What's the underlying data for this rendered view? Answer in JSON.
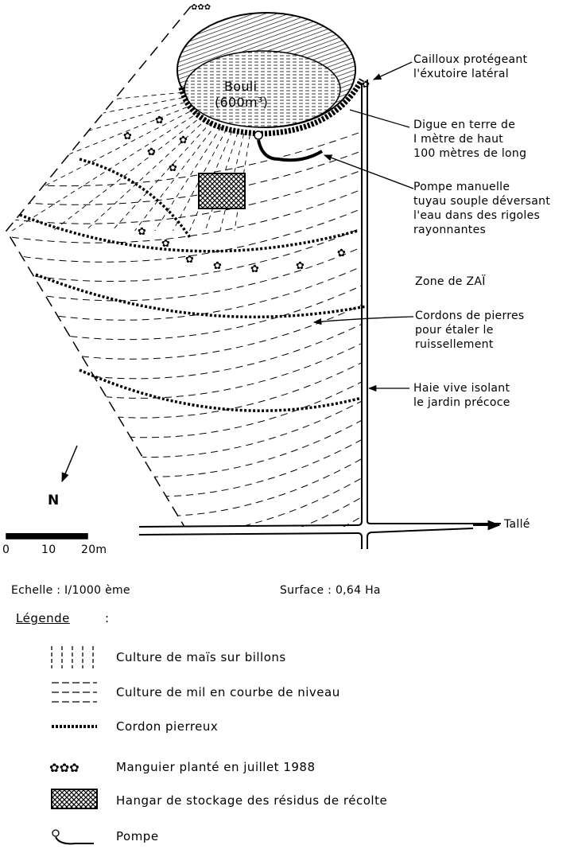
{
  "map": {
    "pond_name": "Bouli",
    "pond_volume": "(600m³)",
    "zone_label": "Zone de ZAÏ",
    "destination": "Tallé",
    "north": "N"
  },
  "annotations": [
    {
      "lines": [
        "Cailloux protégeant",
        "l'éxutoire latéral"
      ]
    },
    {
      "lines": [
        "Digue en terre de",
        "I mètre de haut",
        "100 mètres de long"
      ]
    },
    {
      "lines": [
        "Pompe manuelle",
        "tuyau souple déversant",
        "l'eau dans des rigoles",
        "rayonnantes"
      ]
    },
    {
      "lines": [
        "Cordons de pierres",
        "pour étaler le",
        "ruissellement"
      ]
    },
    {
      "lines": [
        "Haie vive isolant",
        "le jardin précoce"
      ]
    }
  ],
  "scale_bar": {
    "ticks": [
      "0",
      "10",
      "20m"
    ]
  },
  "scale_text": "Echelle : I/1000 ème",
  "surface_text": "Surface : 0,64 Ha",
  "legend": {
    "title": "Légende",
    "colon": ":",
    "items": [
      {
        "symbol": "vertical-dashes",
        "label": "Culture de maïs sur billons"
      },
      {
        "symbol": "horizontal-dashes",
        "label": "Culture de mil en courbe de niveau"
      },
      {
        "symbol": "stone-line",
        "label": "Cordon pierreux"
      },
      {
        "symbol": "mango-tree",
        "label": "Manguier planté en juillet 1988"
      },
      {
        "symbol": "crosshatch",
        "label": "Hangar de stockage des résidus de récolte"
      },
      {
        "symbol": "pump",
        "label": "Pompe"
      }
    ]
  }
}
